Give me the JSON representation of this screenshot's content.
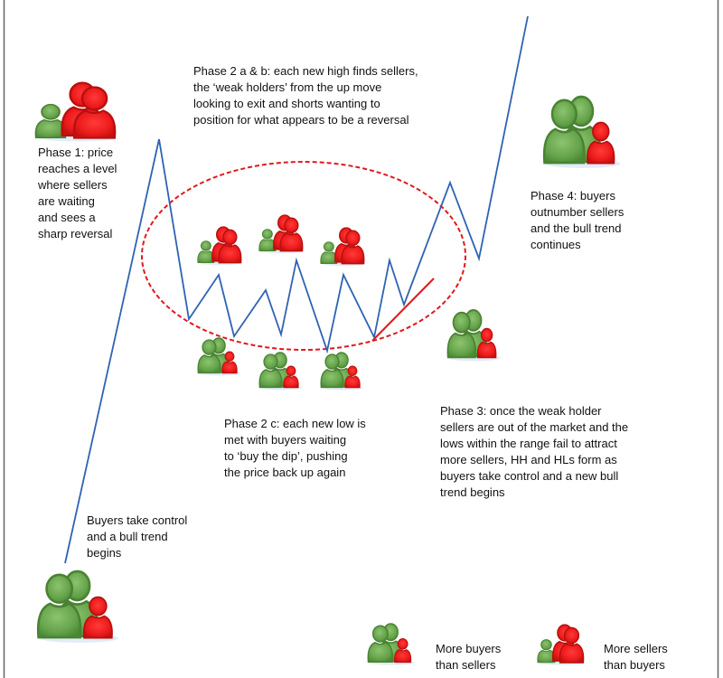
{
  "colors": {
    "price_line": "#2e63b3",
    "range_ellipse": "#e0191b",
    "higher_lows_line": "#e0191b",
    "buyer_green": "#5f9e45",
    "seller_red": "#e41b1b",
    "frame_border": "#555555"
  },
  "annotations": {
    "phase1": "Phase 1: price\nreaches a level\nwhere sellers\nare waiting\nand sees a\nsharp reversal",
    "phase2ab": "Phase 2 a & b: each new high finds sellers,\nthe ‘weak holders’ from the up move\nlooking to exit and shorts wanting to\nposition for what appears to be a reversal",
    "phase2c": "Phase 2 c: each new low is\nmet with buyers waiting\nto ‘buy the dip’, pushing\nthe price back up again",
    "phase3": "Phase 3: once the weak holder\nsellers are out of the market and the\nlows within the range fail to attract\nmore sellers, HH and HLs form as\nbuyers take control and a new bull\ntrend begins",
    "phase4": "Phase 4: buyers\noutnumber sellers\nand the bull trend\ncontinues",
    "bull_start": "Buyers take control\nand a bull trend\nbegins"
  },
  "legend": [
    {
      "icon": "more-buyers-icon",
      "label": "More buyers\nthan sellers"
    },
    {
      "icon": "more-sellers-icon",
      "label": "More sellers\nthan buyers"
    }
  ],
  "price_path": {
    "description": "Schematic price: bull trend, sharp reversal, sideways range with lower/higher swings, higher lows, breakout and continuation",
    "swings": [
      "start-low",
      "phase1-high",
      "range-low",
      "range-high",
      "range-low",
      "range-high",
      "range-low",
      "range-high",
      "range-low",
      "range-high",
      "range-low",
      "range-high",
      "higher-low",
      "breakout-high",
      "pullback-low",
      "continuation"
    ]
  },
  "crowd_markers": {
    "seller_groups_at_highs": 3,
    "buyer_groups_at_lows": 3
  }
}
